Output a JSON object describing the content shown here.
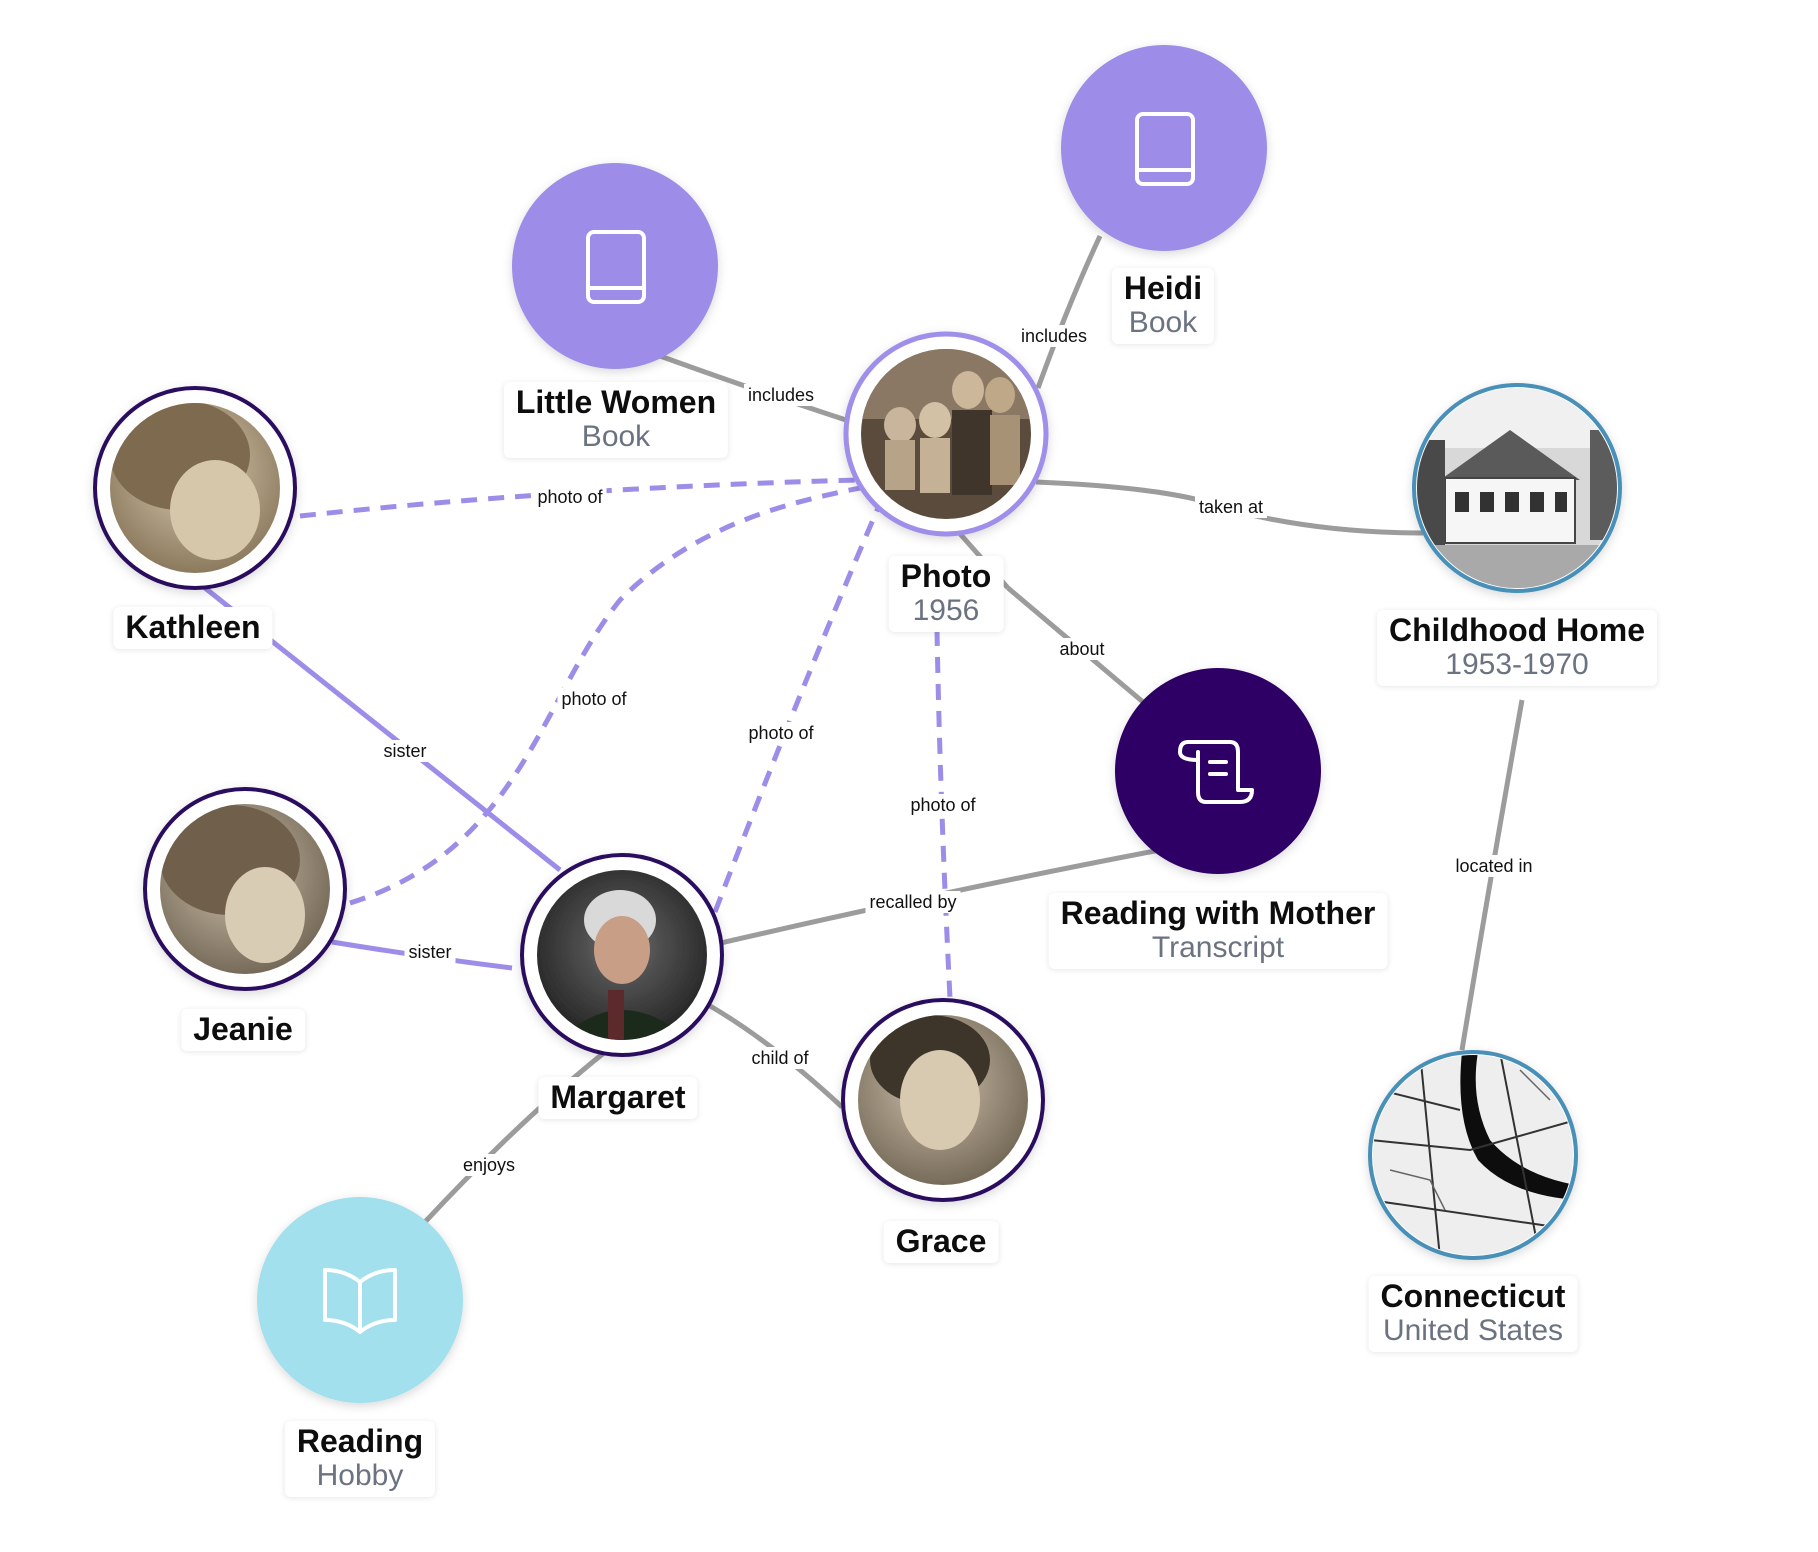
{
  "colors": {
    "person_ring": "#2a0a5e",
    "photo_ring": "#9f8fea",
    "place_ring": "#4a90b8",
    "book_fill": "#9d8de9",
    "transcript_fill": "#2e0566",
    "hobby_fill": "#a1e0ec",
    "solid_edge": "#9c9c9c",
    "family_edge": "#9d8de9",
    "dashed_edge": "#9d8de9"
  },
  "nodes": [
    {
      "id": "little_women",
      "title": "Little Women",
      "subtitle": "Book",
      "kind": "book",
      "icon": "book-icon"
    },
    {
      "id": "heidi",
      "title": "Heidi",
      "subtitle": "Book",
      "kind": "book",
      "icon": "book-icon"
    },
    {
      "id": "photo",
      "title": "Photo",
      "subtitle": "1956",
      "kind": "photo",
      "icon": "family-photo"
    },
    {
      "id": "childhood_home",
      "title": "Childhood Home",
      "subtitle": "1953-1970",
      "kind": "place",
      "icon": "house-photo"
    },
    {
      "id": "kathleen",
      "title": "Kathleen",
      "subtitle": "",
      "kind": "person",
      "icon": "portrait"
    },
    {
      "id": "jeanie",
      "title": "Jeanie",
      "subtitle": "",
      "kind": "person",
      "icon": "portrait"
    },
    {
      "id": "margaret",
      "title": "Margaret",
      "subtitle": "",
      "kind": "person",
      "icon": "portrait"
    },
    {
      "id": "grace",
      "title": "Grace",
      "subtitle": "",
      "kind": "person",
      "icon": "portrait"
    },
    {
      "id": "reading_with_mother",
      "title": "Reading with Mother",
      "subtitle": "Transcript",
      "kind": "transcript",
      "icon": "scroll-icon"
    },
    {
      "id": "connecticut",
      "title": "Connecticut",
      "subtitle": "United States",
      "kind": "place",
      "icon": "map-thumbnail"
    },
    {
      "id": "reading",
      "title": "Reading",
      "subtitle": "Hobby",
      "kind": "hobby",
      "icon": "open-book-icon"
    }
  ],
  "edges": [
    {
      "from": "little_women",
      "to": "photo",
      "label": "includes",
      "style": "solid"
    },
    {
      "from": "heidi",
      "to": "photo",
      "label": "includes",
      "style": "solid"
    },
    {
      "from": "photo",
      "to": "childhood_home",
      "label": "taken at",
      "style": "solid"
    },
    {
      "from": "kathleen",
      "to": "photo",
      "label": "photo of",
      "style": "dashed"
    },
    {
      "from": "jeanie",
      "to": "photo",
      "label": "photo of",
      "style": "dashed"
    },
    {
      "from": "margaret",
      "to": "photo",
      "label": "photo of",
      "style": "dashed"
    },
    {
      "from": "grace",
      "to": "photo",
      "label": "photo of",
      "style": "dashed"
    },
    {
      "from": "photo",
      "to": "reading_with_mother",
      "label": "about",
      "style": "solid"
    },
    {
      "from": "kathleen",
      "to": "margaret",
      "label": "sister",
      "style": "family"
    },
    {
      "from": "jeanie",
      "to": "margaret",
      "label": "sister",
      "style": "family"
    },
    {
      "from": "margaret",
      "to": "reading_with_mother",
      "label": "recalled by",
      "style": "solid"
    },
    {
      "from": "margaret",
      "to": "grace",
      "label": "child of",
      "style": "solid"
    },
    {
      "from": "margaret",
      "to": "reading",
      "label": "enjoys",
      "style": "solid"
    },
    {
      "from": "childhood_home",
      "to": "connecticut",
      "label": "located in",
      "style": "solid"
    }
  ]
}
